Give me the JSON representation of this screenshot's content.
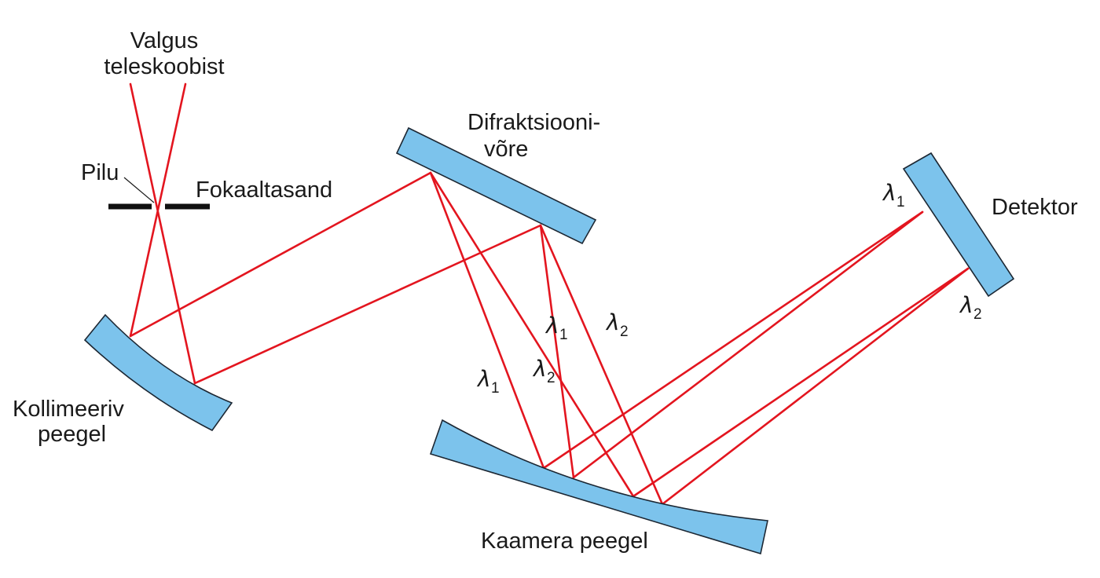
{
  "colors": {
    "ray": "#e3151f",
    "optic_fill": "#7cc3ec",
    "optic_stroke": "#1c2733",
    "slit": "#111111",
    "text": "#1a1a1a"
  },
  "labels": {
    "light_line1": "Valgus",
    "light_line2": "teleskoobist",
    "slit": "Pilu",
    "focal_plane": "Fokaaltasand",
    "grating_line1": "Difraktsiooni-",
    "grating_line2": "võre",
    "detector": "Detektor",
    "collimator_line1": "Kollimeeriv",
    "collimator_line2": "peegel",
    "camera": "Kaamera peegel"
  },
  "wavelengths": {
    "symbol": "λ",
    "sub1": "1",
    "sub2": "2"
  }
}
